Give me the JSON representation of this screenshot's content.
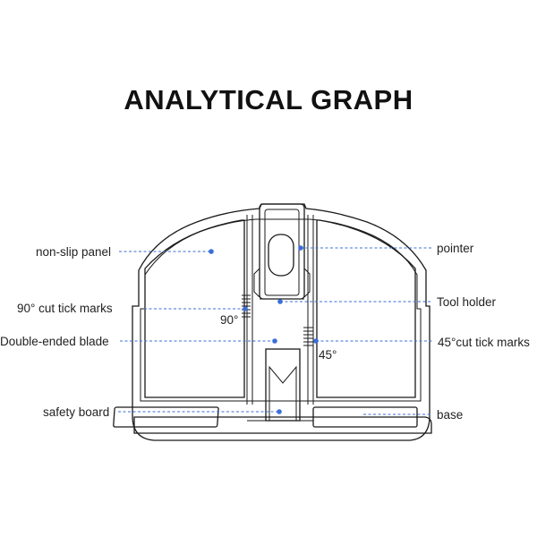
{
  "title": "ANALYTICAL GRAPH",
  "colors": {
    "leader": "#3b6fd8",
    "outline": "#1a1a1a"
  },
  "angle_marks": {
    "ninety": "90°",
    "fortyfive": "45°"
  },
  "labels": {
    "non_slip_panel": "non-slip panel",
    "cut_90": "90° cut tick marks",
    "double_blade": "Double-ended blade",
    "safety_board": "safety board",
    "pointer": "pointer",
    "tool_holder": "Tool holder",
    "cut_45": "45°cut tick marks",
    "base": "base"
  }
}
